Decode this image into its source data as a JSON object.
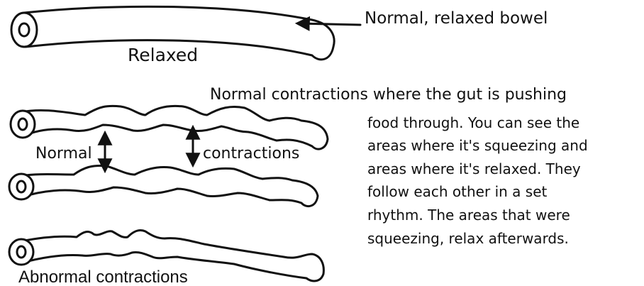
{
  "labels": {
    "relaxed": "Relaxed",
    "normal_relaxed_bowel": "Normal, relaxed bowel",
    "normal": "Normal",
    "contractions": "contractions",
    "abnormal_contractions": "Abnormal contractions"
  },
  "caption": {
    "lines": [
      "Normal contractions where the gut is pushing",
      "food through. You can  see the",
      "areas where it's squeezing and",
      "areas where it's relaxed. They",
      "follow each other in a set",
      "rhythm. The areas that were",
      "squeezing, relax afterwards."
    ]
  },
  "colors": {
    "ink": "#111111",
    "background": "#ffffff"
  }
}
